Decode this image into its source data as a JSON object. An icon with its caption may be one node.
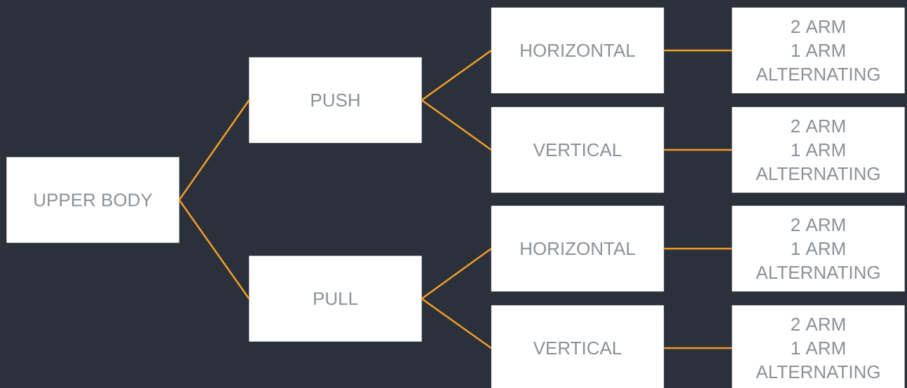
{
  "diagram": {
    "nodes": [
      {
        "text": [
          "UPPER BODY"
        ]
      },
      {
        "text": [
          "PUSH"
        ]
      },
      {
        "text": [
          "HORIZONTAL"
        ]
      },
      {
        "text": [
          "2 ARM",
          "1 ARM",
          "ALTERNATING"
        ]
      },
      {
        "text": [
          "VERTICAL"
        ]
      },
      {
        "text": [
          "2 ARM",
          "1 ARM",
          "ALTERNATING"
        ]
      },
      {
        "text": [
          "PULL"
        ]
      },
      {
        "text": [
          "HORIZONTAL"
        ]
      },
      {
        "text": [
          "2 ARM",
          "1 ARM",
          "ALTERNATING"
        ]
      },
      {
        "text": [
          "VERTICAL"
        ]
      },
      {
        "text": [
          "2 ARM",
          "1 ARM",
          "ALTERNATING"
        ]
      }
    ],
    "edges": [
      {
        "from": 0,
        "to": 1,
        "arrow": "none"
      },
      {
        "from": 0,
        "to": 6,
        "arrow": "none"
      },
      {
        "from": 1,
        "to": 2,
        "arrow": "none"
      },
      {
        "from": 1,
        "to": 4,
        "arrow": "none"
      },
      {
        "from": 2,
        "to": 3,
        "arrow": "none"
      },
      {
        "from": 4,
        "to": 5,
        "arrow": "none"
      },
      {
        "from": 6,
        "to": 7,
        "arrow": "none"
      },
      {
        "from": 6,
        "to": 9,
        "arrow": "none"
      },
      {
        "from": 7,
        "to": 8,
        "arrow": "none"
      },
      {
        "from": 9,
        "to": 10,
        "arrow": "none"
      }
    ]
  }
}
